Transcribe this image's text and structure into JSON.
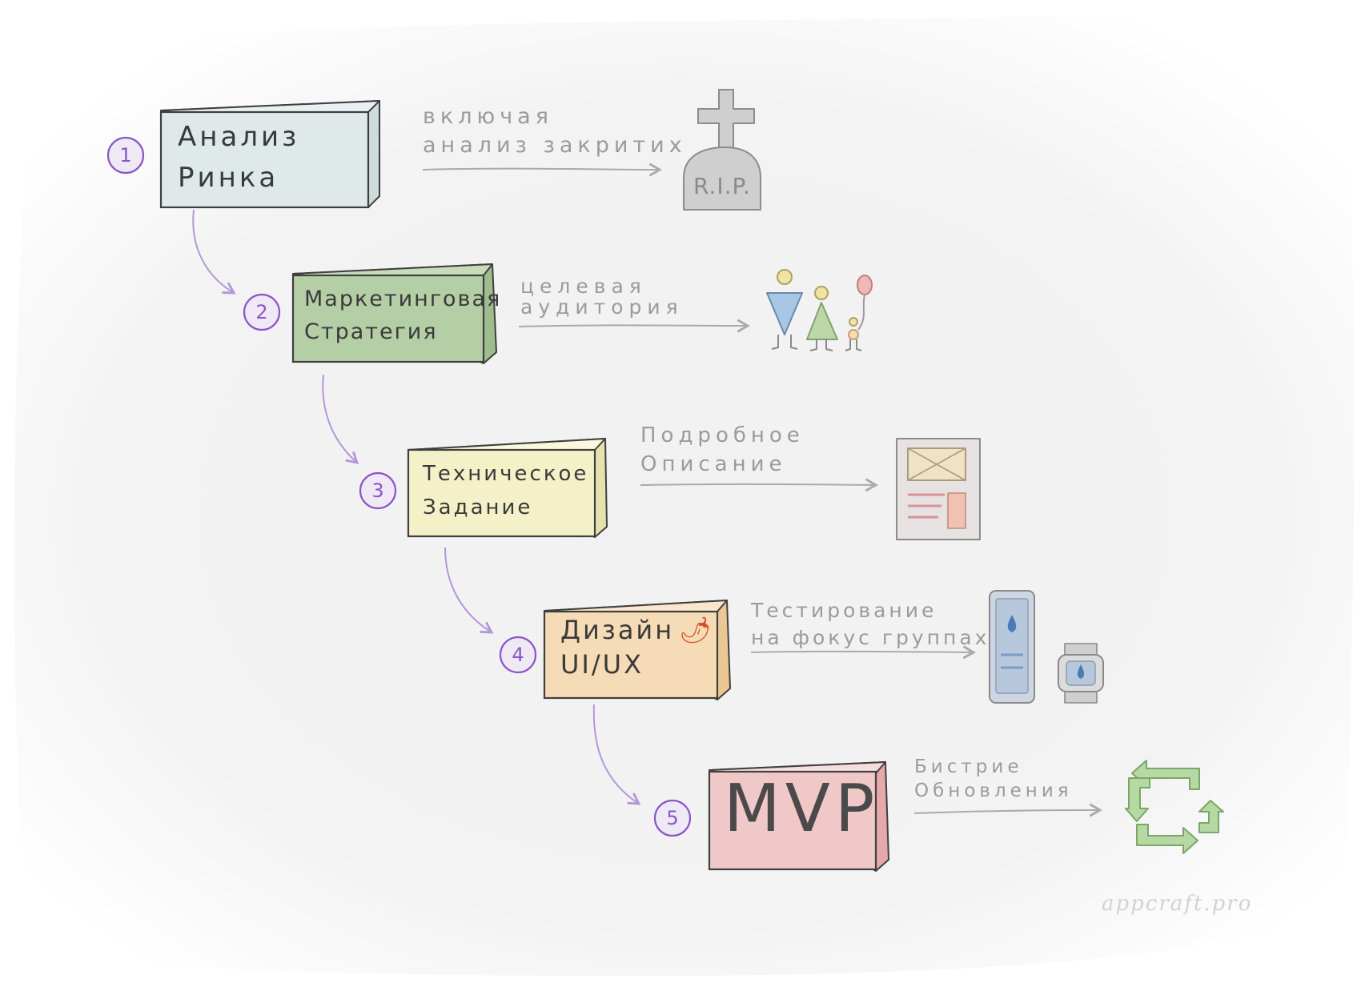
{
  "steps": [
    {
      "number": "1",
      "lines": [
        "Анализ",
        "Ринка"
      ],
      "fill": "#dfe9ea",
      "note": [
        "включая",
        "анализ закритих"
      ]
    },
    {
      "number": "2",
      "lines": [
        "Маркетинговая",
        "Стратегия"
      ],
      "fill": "#b4cea6",
      "note": [
        "целевая",
        "аудитория"
      ]
    },
    {
      "number": "3",
      "lines": [
        "Техническое",
        "Задание"
      ],
      "fill": "#f4f1c8",
      "note": [
        "Подробное",
        "Описание"
      ]
    },
    {
      "number": "4",
      "lines": [
        "Дизайн",
        "UI/UX"
      ],
      "fill": "#f6dcb6",
      "note": [
        "Тестирование",
        "на фокус группах"
      ]
    },
    {
      "number": "5",
      "lines": [
        "MVP"
      ],
      "fill": "#f0c8c8",
      "note": [
        "Бистрие",
        "Обновления"
      ]
    }
  ],
  "icons": {
    "tombstone_text": "R.I.P.",
    "chili": "🌶"
  },
  "watermark": "appcraft.pro",
  "colors": {
    "badge": "#8a55c8",
    "flow_arrow": "#b497d8",
    "note_arrow": "#aaaaaa",
    "outline": "#3f3f3f",
    "recycle": "#9fc98d"
  }
}
